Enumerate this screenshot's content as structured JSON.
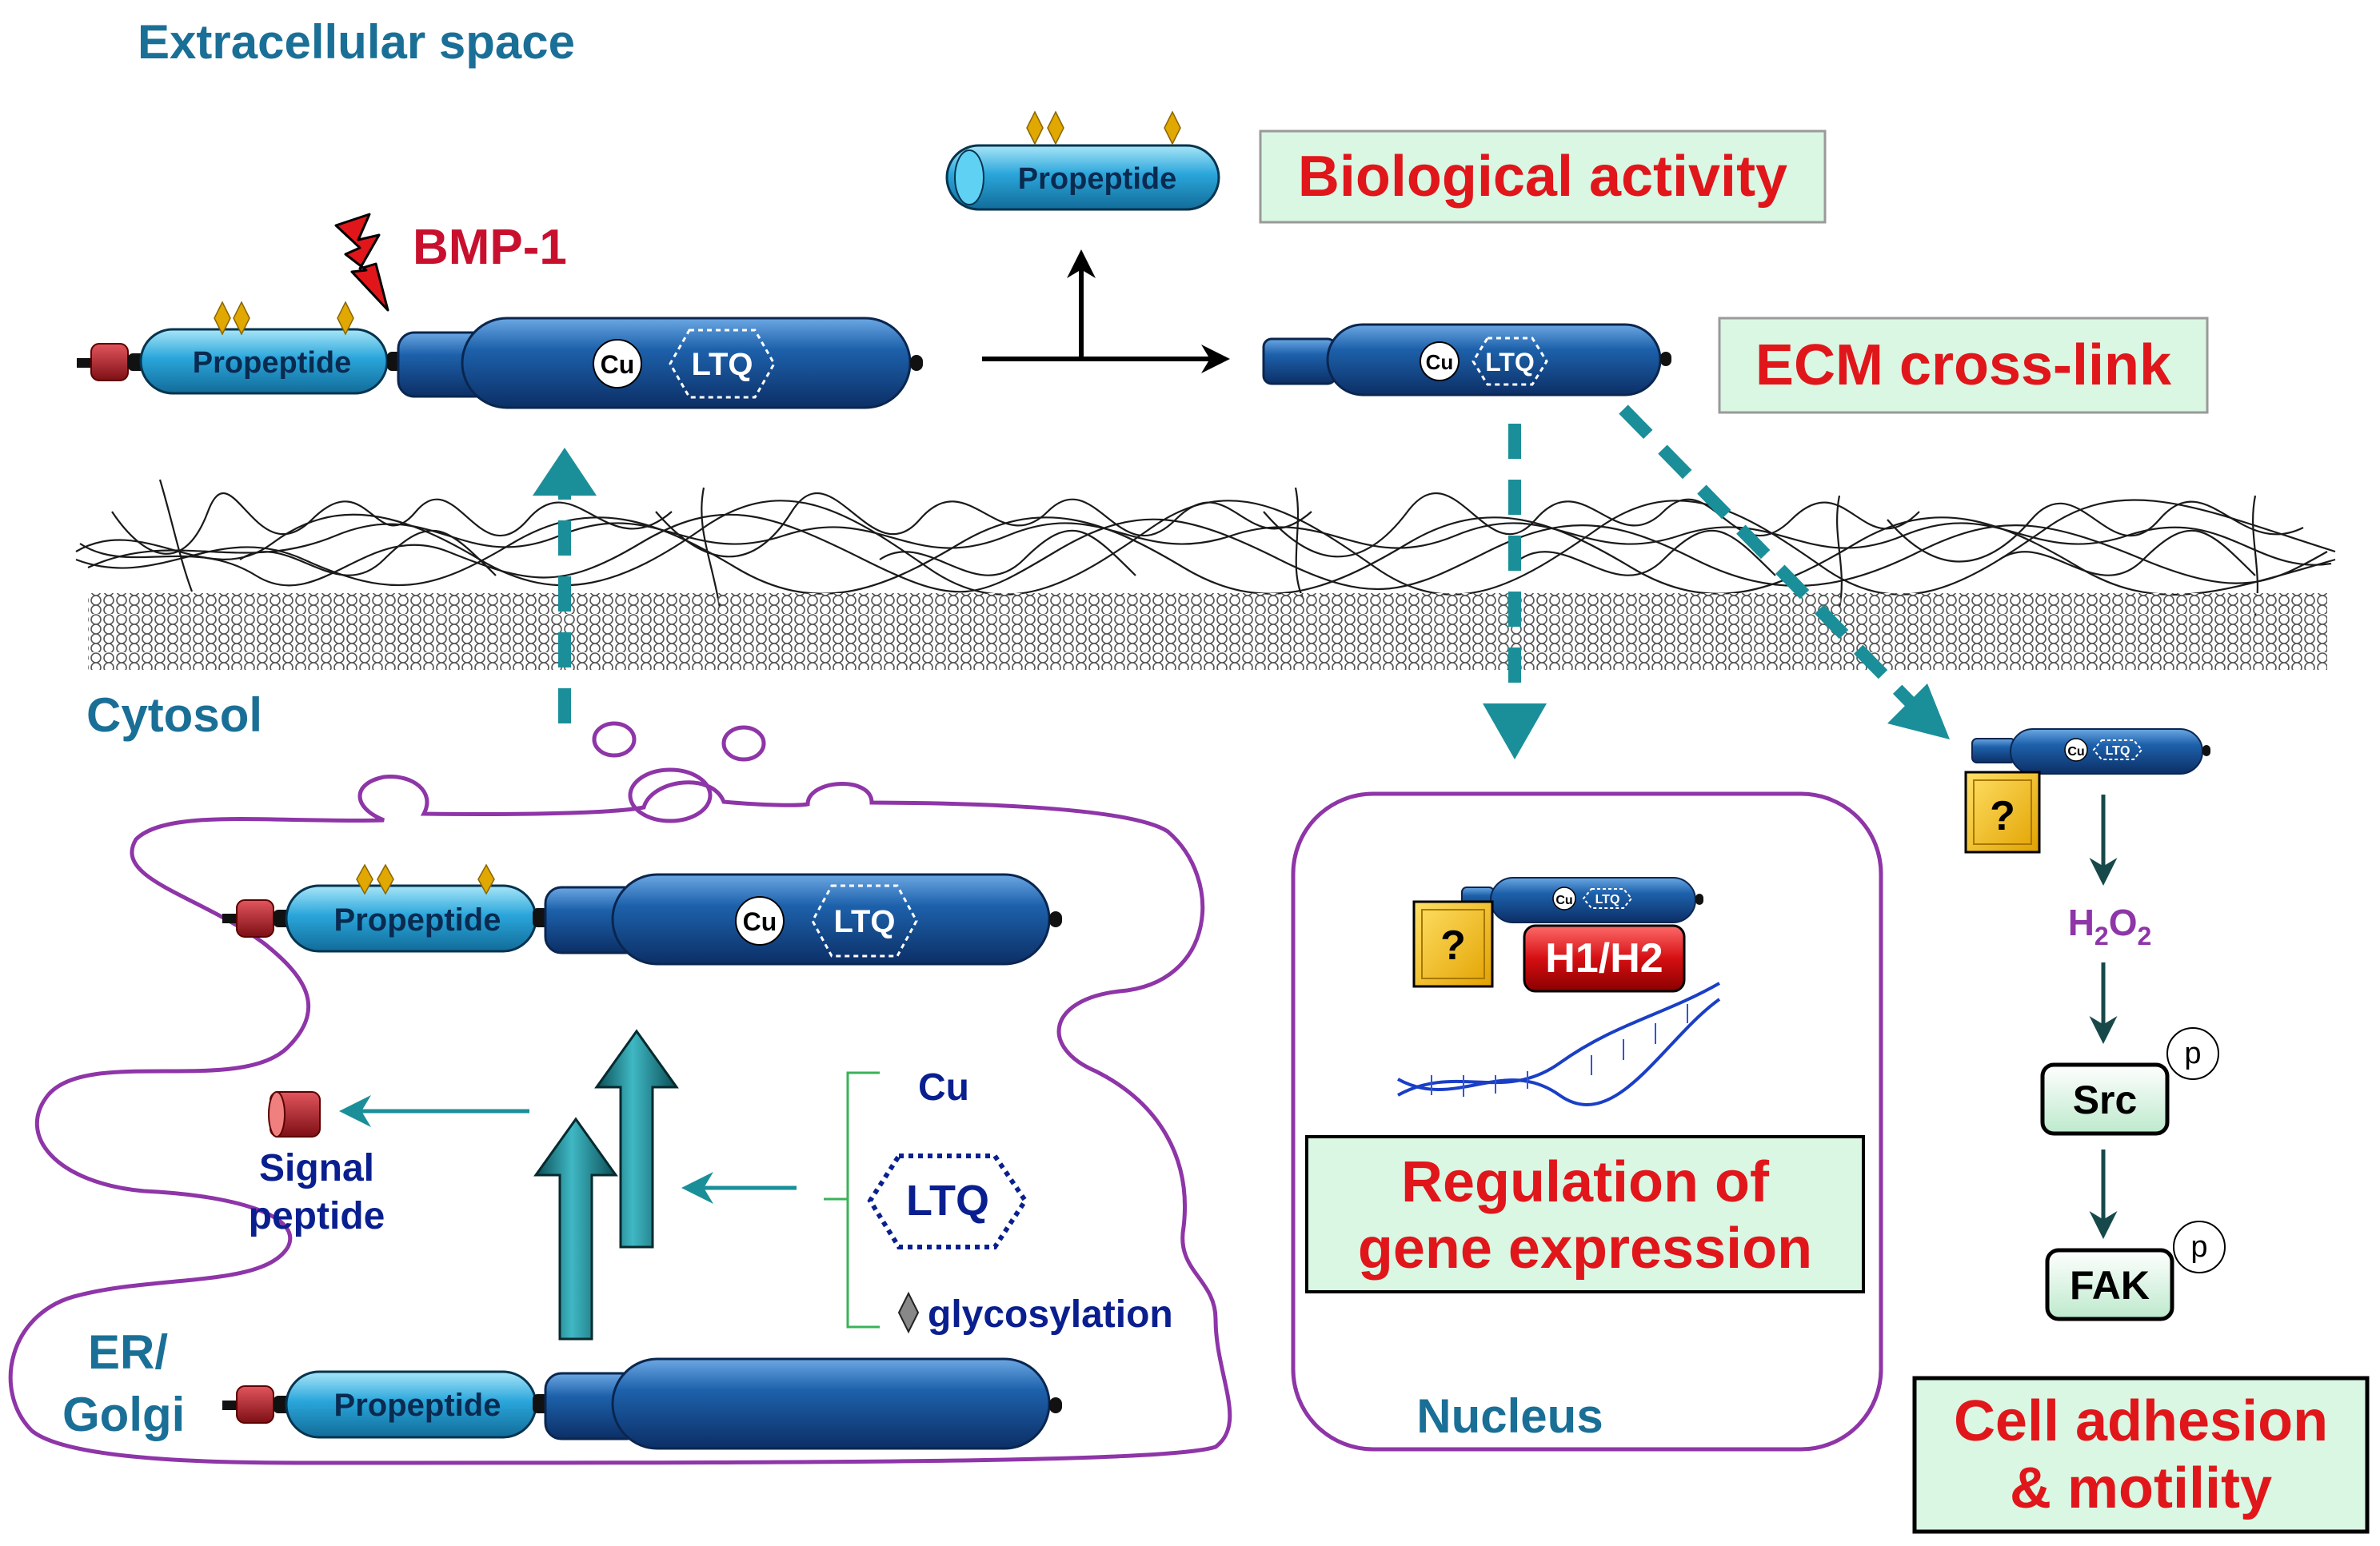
{
  "labels": {
    "extracellular": "Extracellular space",
    "cytosol": "Cytosol",
    "bmp1": "BMP-1",
    "er_golgi_line1": "ER/",
    "er_golgi_line2": "Golgi",
    "nucleus": "Nucleus"
  },
  "boxes": {
    "biological_activity": "Biological activity",
    "ecm_crosslink": "ECM cross-link",
    "regulation_line1": "Regulation of",
    "regulation_line2": "gene expression",
    "cell_adhesion_line1": "Cell adhesion",
    "cell_adhesion_line2": "& motility"
  },
  "protein": {
    "propeptide": "Propeptide",
    "cu": "Cu",
    "ltq": "LTQ"
  },
  "er": {
    "signal_line1": "Signal",
    "signal_line2": "peptide",
    "cofactor_cu": "Cu",
    "cofactor_ltq": "LTQ",
    "glycosylation": "glycosylation"
  },
  "nucleus_complex": {
    "unknown": "?",
    "h1h2": "H1/H2"
  },
  "signaling": {
    "unknown": "?",
    "h2o2_base1": "H",
    "h2o2_sub1": "2",
    "h2o2_base2": "O",
    "h2o2_sub2": "2",
    "src": "Src",
    "fak": "FAK",
    "phospho": "p"
  },
  "colors": {
    "rod_blue": "#1d61ab",
    "propeptide_blue": "#2aa6db",
    "teal_arrow": "#1a8f99",
    "membrane_purple": "#8e35a8",
    "box_green": "#d9f7e3",
    "text_red": "#e0161b"
  }
}
